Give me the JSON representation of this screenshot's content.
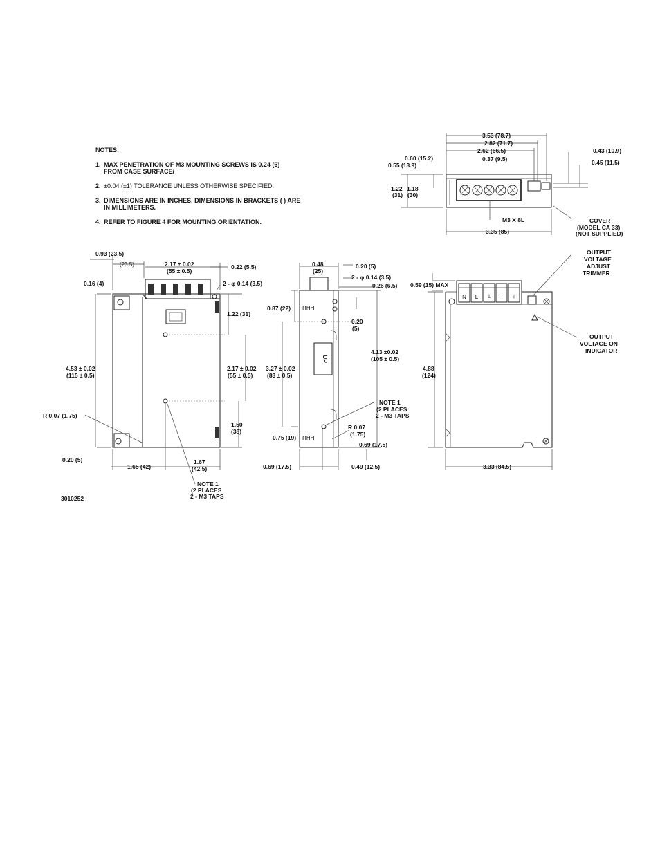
{
  "notes": {
    "title": "NOTES:",
    "items": [
      {
        "num": "1.",
        "text": "MAX PENETRATION OF M3 MOUNTING SCREWS IS 0.24 (6) FROM CASE SURFACE/"
      },
      {
        "num": "2.",
        "text": "±0.04 (±1) TOLERANCE UNLESS OTHERWISE SPECIFIED."
      },
      {
        "num": "3.",
        "text": "DIMENSIONS ARE IN INCHES, DIMENSIONS IN BRACKETS ( ) ARE IN MILLIMETERS."
      },
      {
        "num": "4.",
        "text": "REFER TO FIGURE 4 FOR MOUNTING ORIENTATION."
      }
    ]
  },
  "top_view": {
    "dim_overall": "3.53 (78.7)",
    "dim_2": "2.82 (71.7)",
    "dim_3": "2.62 (66.5)",
    "dim_4": "0.60 (15.2)",
    "dim_5": "0.37 (9.5)",
    "dim_6": "0.55 (13.9)",
    "dim_h1_a": "1.22",
    "dim_h1_b": "(31)",
    "dim_h2_a": "1.18",
    "dim_h2_b": "(30)",
    "dim_right1": "0.43 (10.9)",
    "dim_right2": "0.45 (11.5)",
    "screw": "M3 X 8L",
    "dim_bottom": "3.35 (85)",
    "cover_1": "COVER",
    "cover_2": "(MODEL CA 33)",
    "cover_3": "(NOT SUPPLIED)"
  },
  "front_view": {
    "d_093": "0.93 (23.5)",
    "d_235": "(23.5)",
    "d_217_a": "2.17 ± 0.02",
    "d_217_b": "(55 ± 0.5)",
    "d_022": "0.22 (5.5)",
    "d_016": "0.16 (4)",
    "d_holes": "2 - φ 0.14 (3.5)",
    "d_122": "1.22 (31)",
    "d_453_a": "4.53 ± 0.02",
    "d_453_b": "(115 ± 0.5)",
    "d_217v_a": "2.17 ± 0.02",
    "d_217v_b": "(55 ± 0.5)",
    "d_150_a": "1.50",
    "d_150_b": "(38)",
    "d_r007": "R 0.07 (1.75)",
    "d_020": "0.20 (5)",
    "d_165": "1.65 (42)",
    "d_167_a": "1.67",
    "d_167_b": "(42.5)",
    "note1_a": "NOTE 1",
    "note1_b": "(2 PLACES",
    "note1_c": "2 - M3 TAPS",
    "drawing_no": "3010252"
  },
  "side_view": {
    "d_048_a": "0.48",
    "d_048_b": "(25)",
    "d_020": "0.20 (5)",
    "d_holes": "2 - φ 0.14 (3.5)",
    "d_026": "0.26 (6.5)",
    "d_087": "0.87 (22)",
    "d_020v_a": "0.20",
    "d_020v_b": "(5)",
    "d_413_a": "4.13 ±0.02",
    "d_413_b": "(105 ± 0.5)",
    "d_327_a": "3.27 ± 0.02",
    "d_327_b": "(83 ± 0.5)",
    "note1_a": "NOTE 1",
    "note1_b": "(2 PLACES",
    "note1_c": "2 - M3 TAPS",
    "d_r007_a": "R 0.07",
    "d_r007_b": "(1.75)",
    "d_075": "0.75 (19)",
    "d_069": "0.69 (17.5)",
    "d_069_bottom": "0.69 (17.5)",
    "d_049": "0.49 (12.5)",
    "up_label": "UP"
  },
  "back_view": {
    "d_059": "0.59 (15) MAX",
    "d_488_a": "4.88",
    "d_488_b": "(124)",
    "d_333": "3.33 (84.5)",
    "trimmer_1": "OUTPUT",
    "trimmer_2": "VOLTAGE",
    "trimmer_3": "ADJUST",
    "trimmer_4": "TRIMMER",
    "indicator_1": "OUTPUT",
    "indicator_2": "VOLTAGE ON",
    "indicator_3": "INDICATOR",
    "terminals": [
      "N",
      "L",
      "⏚",
      "−",
      "+"
    ]
  }
}
